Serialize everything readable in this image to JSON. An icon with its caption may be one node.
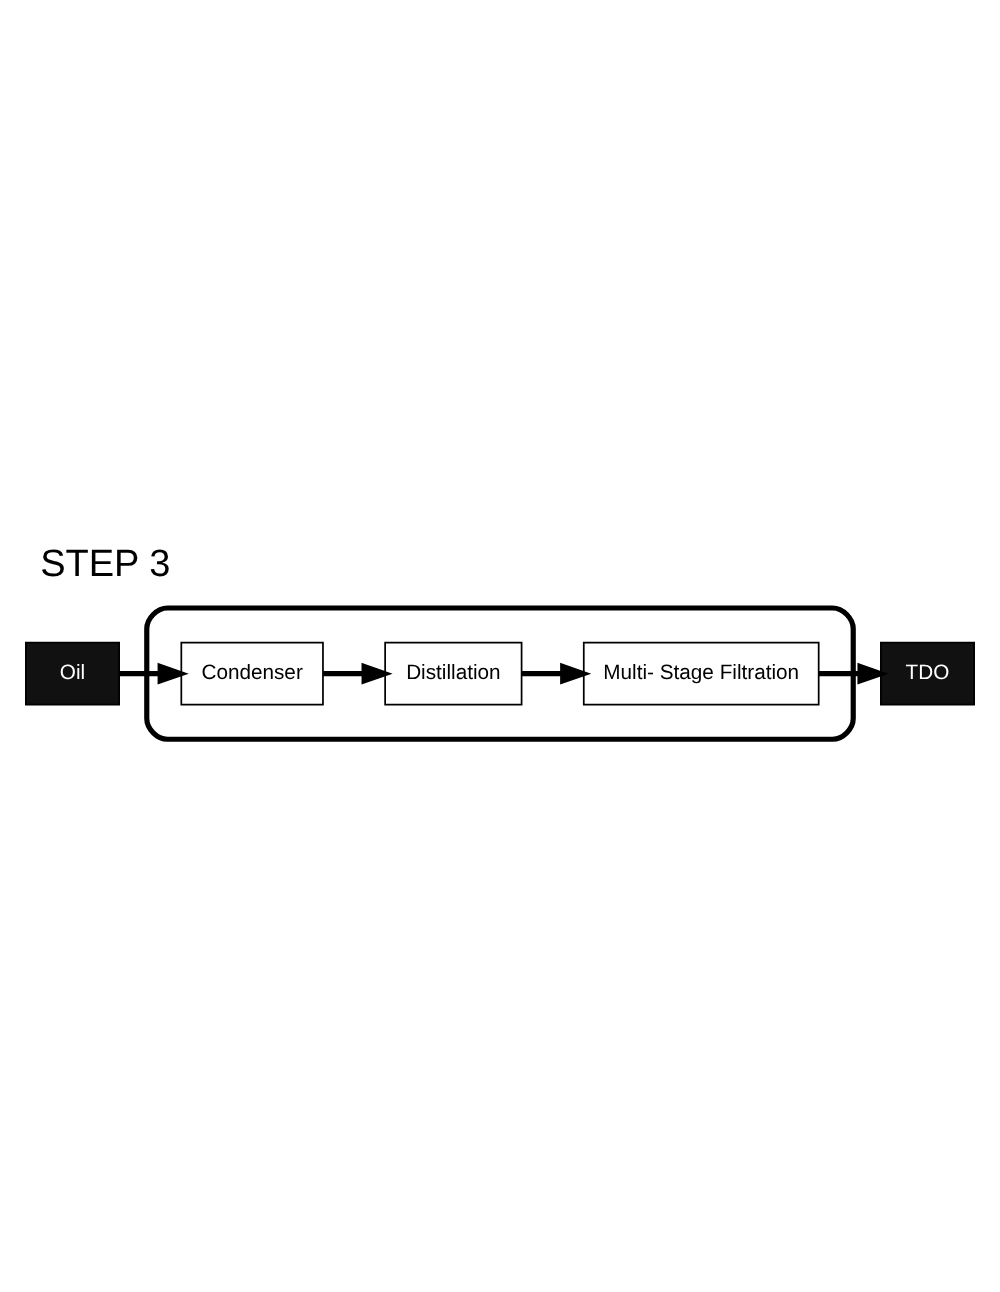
{
  "diagram": {
    "title": "STEP 3",
    "nodes": [
      {
        "text": [
          "Oil"
        ]
      },
      {
        "text": [],
        "shape": "box"
      },
      {
        "text": [
          "Condenser"
        ],
        "in": 1
      },
      {
        "text": [
          "Distillation"
        ],
        "in": 1
      },
      {
        "text": [
          "Multi- Stage Filtration"
        ],
        "in": 1
      },
      {
        "text": [
          "TDO"
        ]
      }
    ],
    "edges": [
      {
        "from": 0,
        "to": 2,
        "arrow": "to"
      },
      {
        "from": 2,
        "to": 3,
        "arrow": "to"
      },
      {
        "from": 3,
        "to": 4,
        "arrow": "to"
      },
      {
        "from": 4,
        "to": 5,
        "arrow": "to"
      }
    ]
  }
}
